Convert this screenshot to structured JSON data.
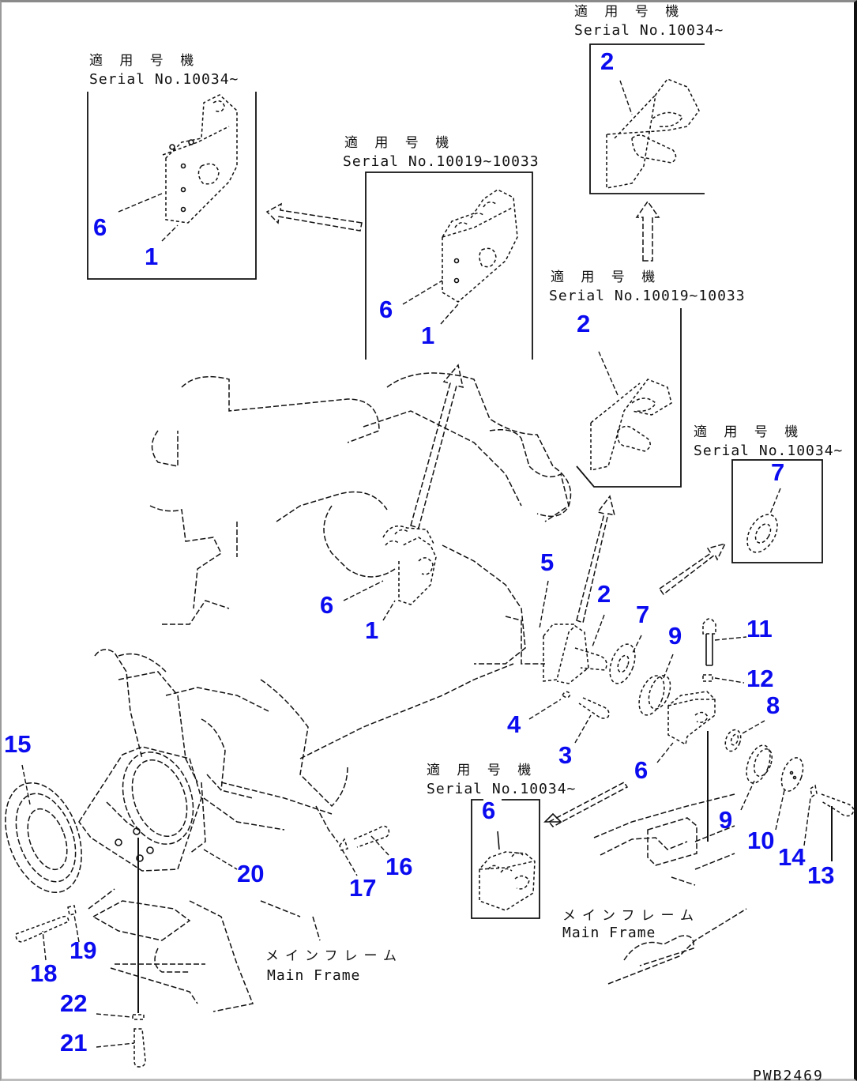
{
  "drawing": {
    "type": "exploded parts diagram",
    "drawing_number": "PWB2469",
    "accent_color": "#0b0bf0",
    "line_color": "#111111"
  },
  "insets": [
    {
      "id": "inset-a",
      "jp_label": "適 用 号 機",
      "serial": "Serial No.10034~",
      "parts": [
        "6",
        "1"
      ]
    },
    {
      "id": "inset-b",
      "jp_label": "適 用 号 機",
      "serial": "Serial No.10019~10033",
      "parts": [
        "6",
        "1"
      ]
    },
    {
      "id": "inset-c",
      "jp_label": "適 用 号 機",
      "serial": "Serial No.10034~",
      "parts": [
        "2"
      ]
    },
    {
      "id": "inset-d",
      "jp_label": "適 用 号 機",
      "serial": "Serial No.10019~10033",
      "parts": [
        "2"
      ]
    },
    {
      "id": "inset-e",
      "jp_label": "適 用 号 機",
      "serial": "Serial No.10034~",
      "parts": [
        "7"
      ]
    },
    {
      "id": "inset-f",
      "jp_label": "適 用 号 機",
      "serial": "Serial No.10034~",
      "parts": [
        "6"
      ]
    }
  ],
  "frame_labels": [
    {
      "jp": "メインフレーム",
      "en": "Main Frame"
    },
    {
      "jp": "メインフレーム",
      "en": "Main Frame"
    }
  ],
  "callouts": {
    "a6": "6",
    "a1": "1",
    "b6": "6",
    "b1": "1",
    "c2": "2",
    "d2": "2",
    "e7": "7",
    "f6": "6",
    "m6": "6",
    "m1": "1",
    "p5": "5",
    "p2": "2",
    "p7": "7",
    "p9": "9",
    "p11": "11",
    "p12": "12",
    "p4": "4",
    "p3": "3",
    "p8": "8",
    "p6b": "6",
    "p9b": "9",
    "p10": "10",
    "p14": "14",
    "p13": "13",
    "p15": "15",
    "p20": "20",
    "p16": "16",
    "p17": "17",
    "p18": "18",
    "p19": "19",
    "p22": "22",
    "p21": "21"
  }
}
